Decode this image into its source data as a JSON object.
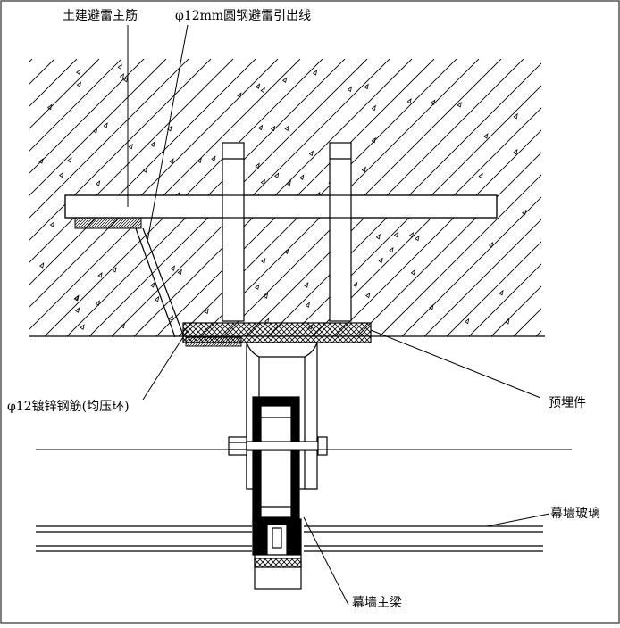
{
  "labels": {
    "rebar_main": "土建避雷主筋",
    "lead_out_line": "φ12mm圆钢避雷引出线",
    "galvanized_rebar": "φ12镀锌钢筋(均压环)",
    "embedded_part": "预埋件",
    "curtain_glass": "幕墙玻璃",
    "curtain_main_beam": "幕墙主梁"
  },
  "colors": {
    "line": "#000000",
    "background": "#ffffff",
    "frame": "#555555"
  }
}
